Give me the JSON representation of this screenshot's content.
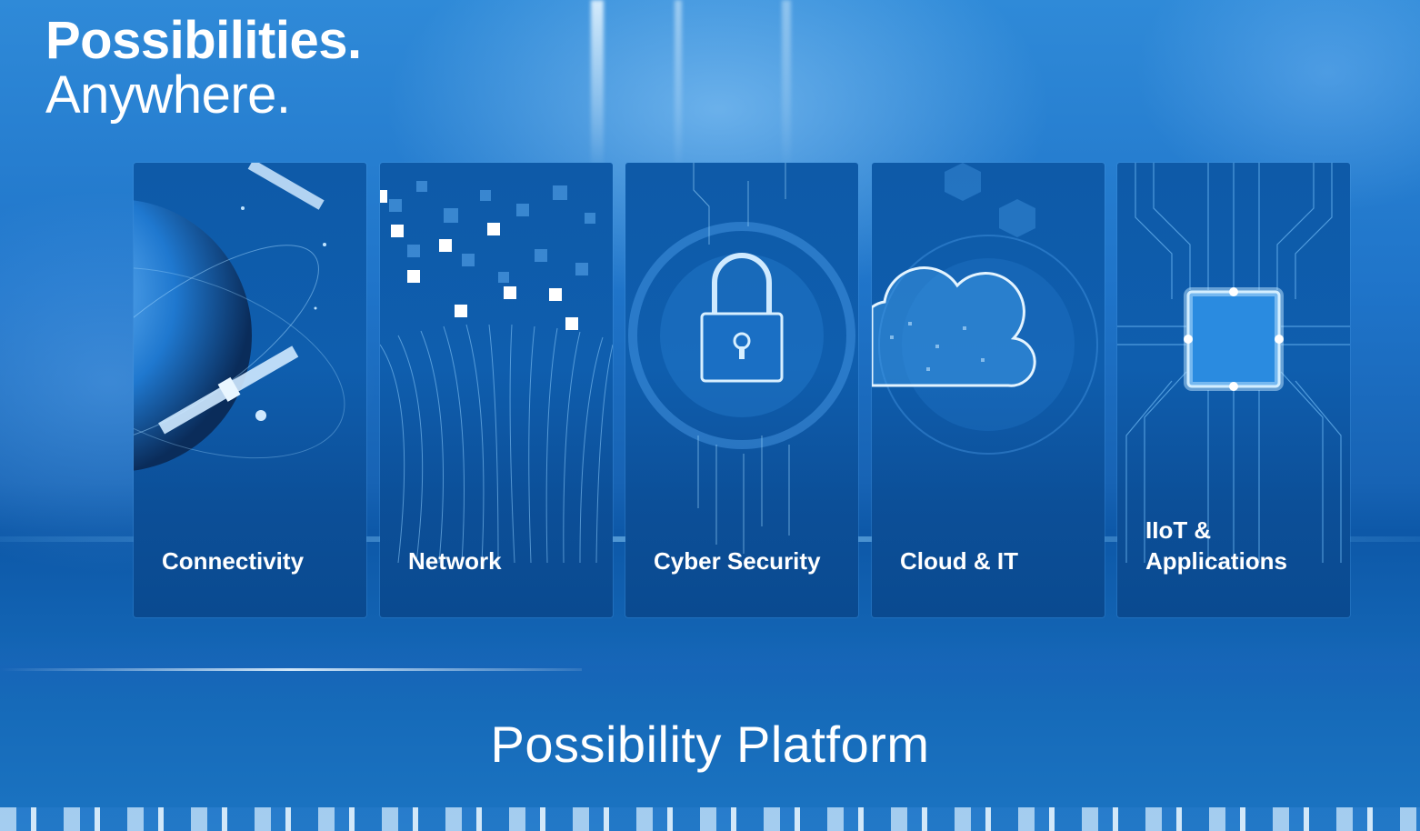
{
  "headline": {
    "line1": "Possibilities.",
    "line2": "Anywhere."
  },
  "cards": [
    {
      "label": "Connectivity",
      "icon": "satellite-globe-icon"
    },
    {
      "label": "Network",
      "icon": "network-data-icon"
    },
    {
      "label": "Cyber Security",
      "icon": "padlock-icon"
    },
    {
      "label": "Cloud & IT",
      "icon": "cloud-icon"
    },
    {
      "label_line1": "IIoT &",
      "label_line2": "Applications",
      "icon": "microchip-icon"
    }
  ],
  "footer": {
    "title": "Possibility Platform"
  },
  "colors": {
    "background": "#1763b4",
    "card": "#0e5aa8",
    "text": "#ffffff",
    "glow": "#9fd8ff"
  }
}
